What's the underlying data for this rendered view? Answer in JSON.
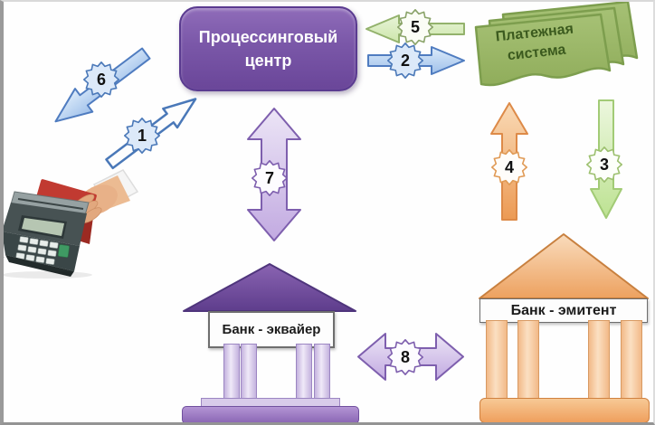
{
  "diagram": {
    "type": "flow-diagram",
    "nodes": [
      {
        "id": "processing-center",
        "lines": [
          "Процессинговый",
          "центр"
        ],
        "label": "Процессинговый центр",
        "fill": "#7a57a8"
      },
      {
        "id": "payment-system",
        "lines": [
          "Платежная",
          "система"
        ],
        "label": "Платежная система",
        "fill": "#9cb768"
      },
      {
        "id": "pos-terminal",
        "icon": "pos-terminal-card-swipe-photo",
        "label": ""
      },
      {
        "id": "bank-acquirer",
        "label": "Банк - эквайер",
        "fill": "#7a52a5"
      },
      {
        "id": "bank-issuer",
        "label": "Банк - эмитент",
        "fill": "#f2b179"
      }
    ],
    "arrows": [
      {
        "badge": "1",
        "from": "pos-terminal",
        "to": "processing-center",
        "direction": "up-right",
        "style": "outline-blue"
      },
      {
        "badge": "2",
        "from": "processing-center",
        "to": "payment-system",
        "direction": "right",
        "style": "solid-blue"
      },
      {
        "badge": "3",
        "from": "payment-system",
        "to": "bank-issuer",
        "direction": "down",
        "style": "solid-green"
      },
      {
        "badge": "4",
        "from": "bank-issuer",
        "to": "payment-system",
        "direction": "up",
        "style": "solid-orange"
      },
      {
        "badge": "5",
        "from": "payment-system",
        "to": "processing-center",
        "direction": "left",
        "style": "solid-green"
      },
      {
        "badge": "6",
        "from": "processing-center",
        "to": "pos-terminal",
        "direction": "down-left",
        "style": "solid-blue"
      },
      {
        "badge": "7",
        "from": "processing-center",
        "to": "bank-acquirer",
        "direction": "both-vertical",
        "style": "solid-purple"
      },
      {
        "badge": "8",
        "from": "bank-acquirer",
        "to": "bank-issuer",
        "direction": "both-horizontal",
        "style": "solid-purple"
      }
    ],
    "colors": {
      "processing_center": "#7a57a8",
      "payment_system": "#9cb768",
      "bank_acquirer": "#7a52a5",
      "bank_issuer": "#f2b179",
      "arrow_blue": "#a6c4ea",
      "arrow_green": "#cfe7ad",
      "arrow_orange": "#ee9c58",
      "arrow_purple": "#c4ace2"
    }
  }
}
